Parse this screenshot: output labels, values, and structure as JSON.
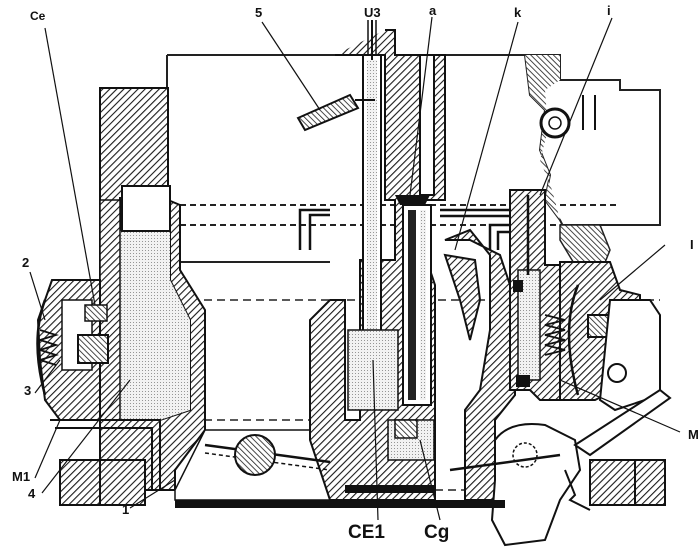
{
  "figure": {
    "labels": {
      "ce": "Ce",
      "n5": "5",
      "u3": "U3",
      "a": "a",
      "k": "k",
      "i": "i",
      "n2": "2",
      "n3": "3",
      "m1": "M1",
      "n4": "4",
      "n1": "1",
      "ce1": "CE1",
      "cg": "Cg",
      "r_upper": "I",
      "r_lower": "M"
    }
  }
}
